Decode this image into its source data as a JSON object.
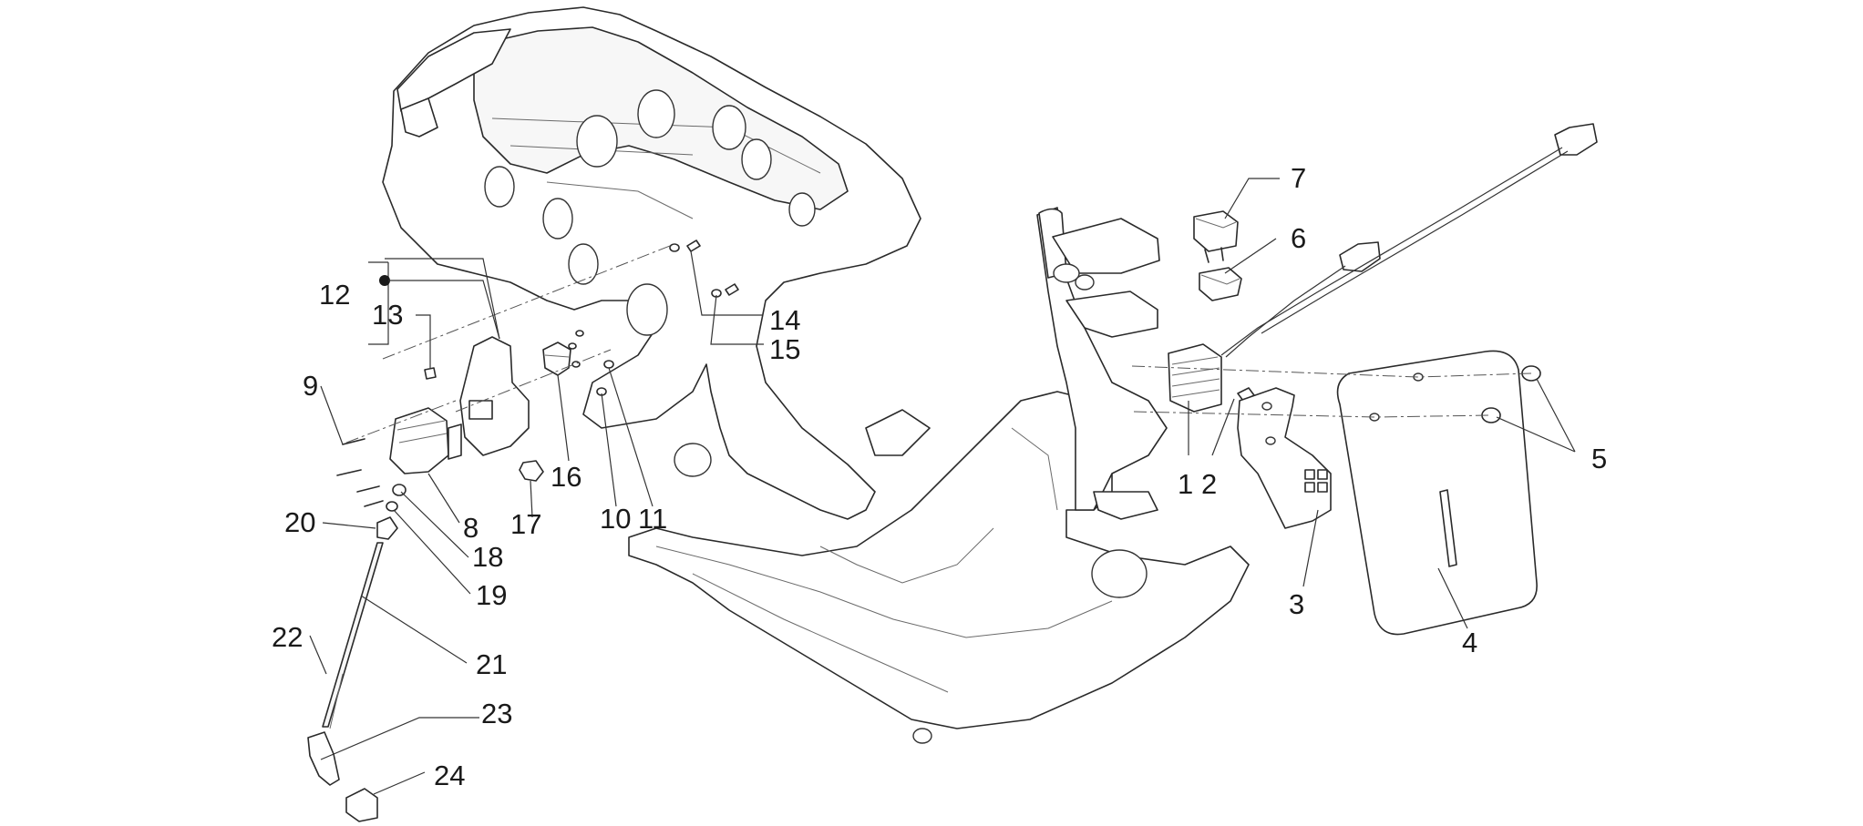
{
  "callouts": [
    {
      "id": "1",
      "label": "1"
    },
    {
      "id": "2",
      "label": "2"
    },
    {
      "id": "3",
      "label": "3"
    },
    {
      "id": "4",
      "label": "4"
    },
    {
      "id": "5",
      "label": "5"
    },
    {
      "id": "6",
      "label": "6"
    },
    {
      "id": "7",
      "label": "7"
    },
    {
      "id": "8",
      "label": "8"
    },
    {
      "id": "9",
      "label": "9"
    },
    {
      "id": "10",
      "label": "10"
    },
    {
      "id": "11",
      "label": "11"
    },
    {
      "id": "12",
      "label": "12"
    },
    {
      "id": "13",
      "label": "13"
    },
    {
      "id": "14",
      "label": "14"
    },
    {
      "id": "15",
      "label": "15"
    },
    {
      "id": "16",
      "label": "16"
    },
    {
      "id": "17",
      "label": "17"
    },
    {
      "id": "18",
      "label": "18"
    },
    {
      "id": "19",
      "label": "19"
    },
    {
      "id": "20",
      "label": "20"
    },
    {
      "id": "21",
      "label": "21"
    },
    {
      "id": "22",
      "label": "22"
    },
    {
      "id": "23",
      "label": "23"
    },
    {
      "id": "24",
      "label": "24"
    }
  ],
  "colors": {
    "line": "#2a2a2a",
    "background": "#ffffff"
  }
}
